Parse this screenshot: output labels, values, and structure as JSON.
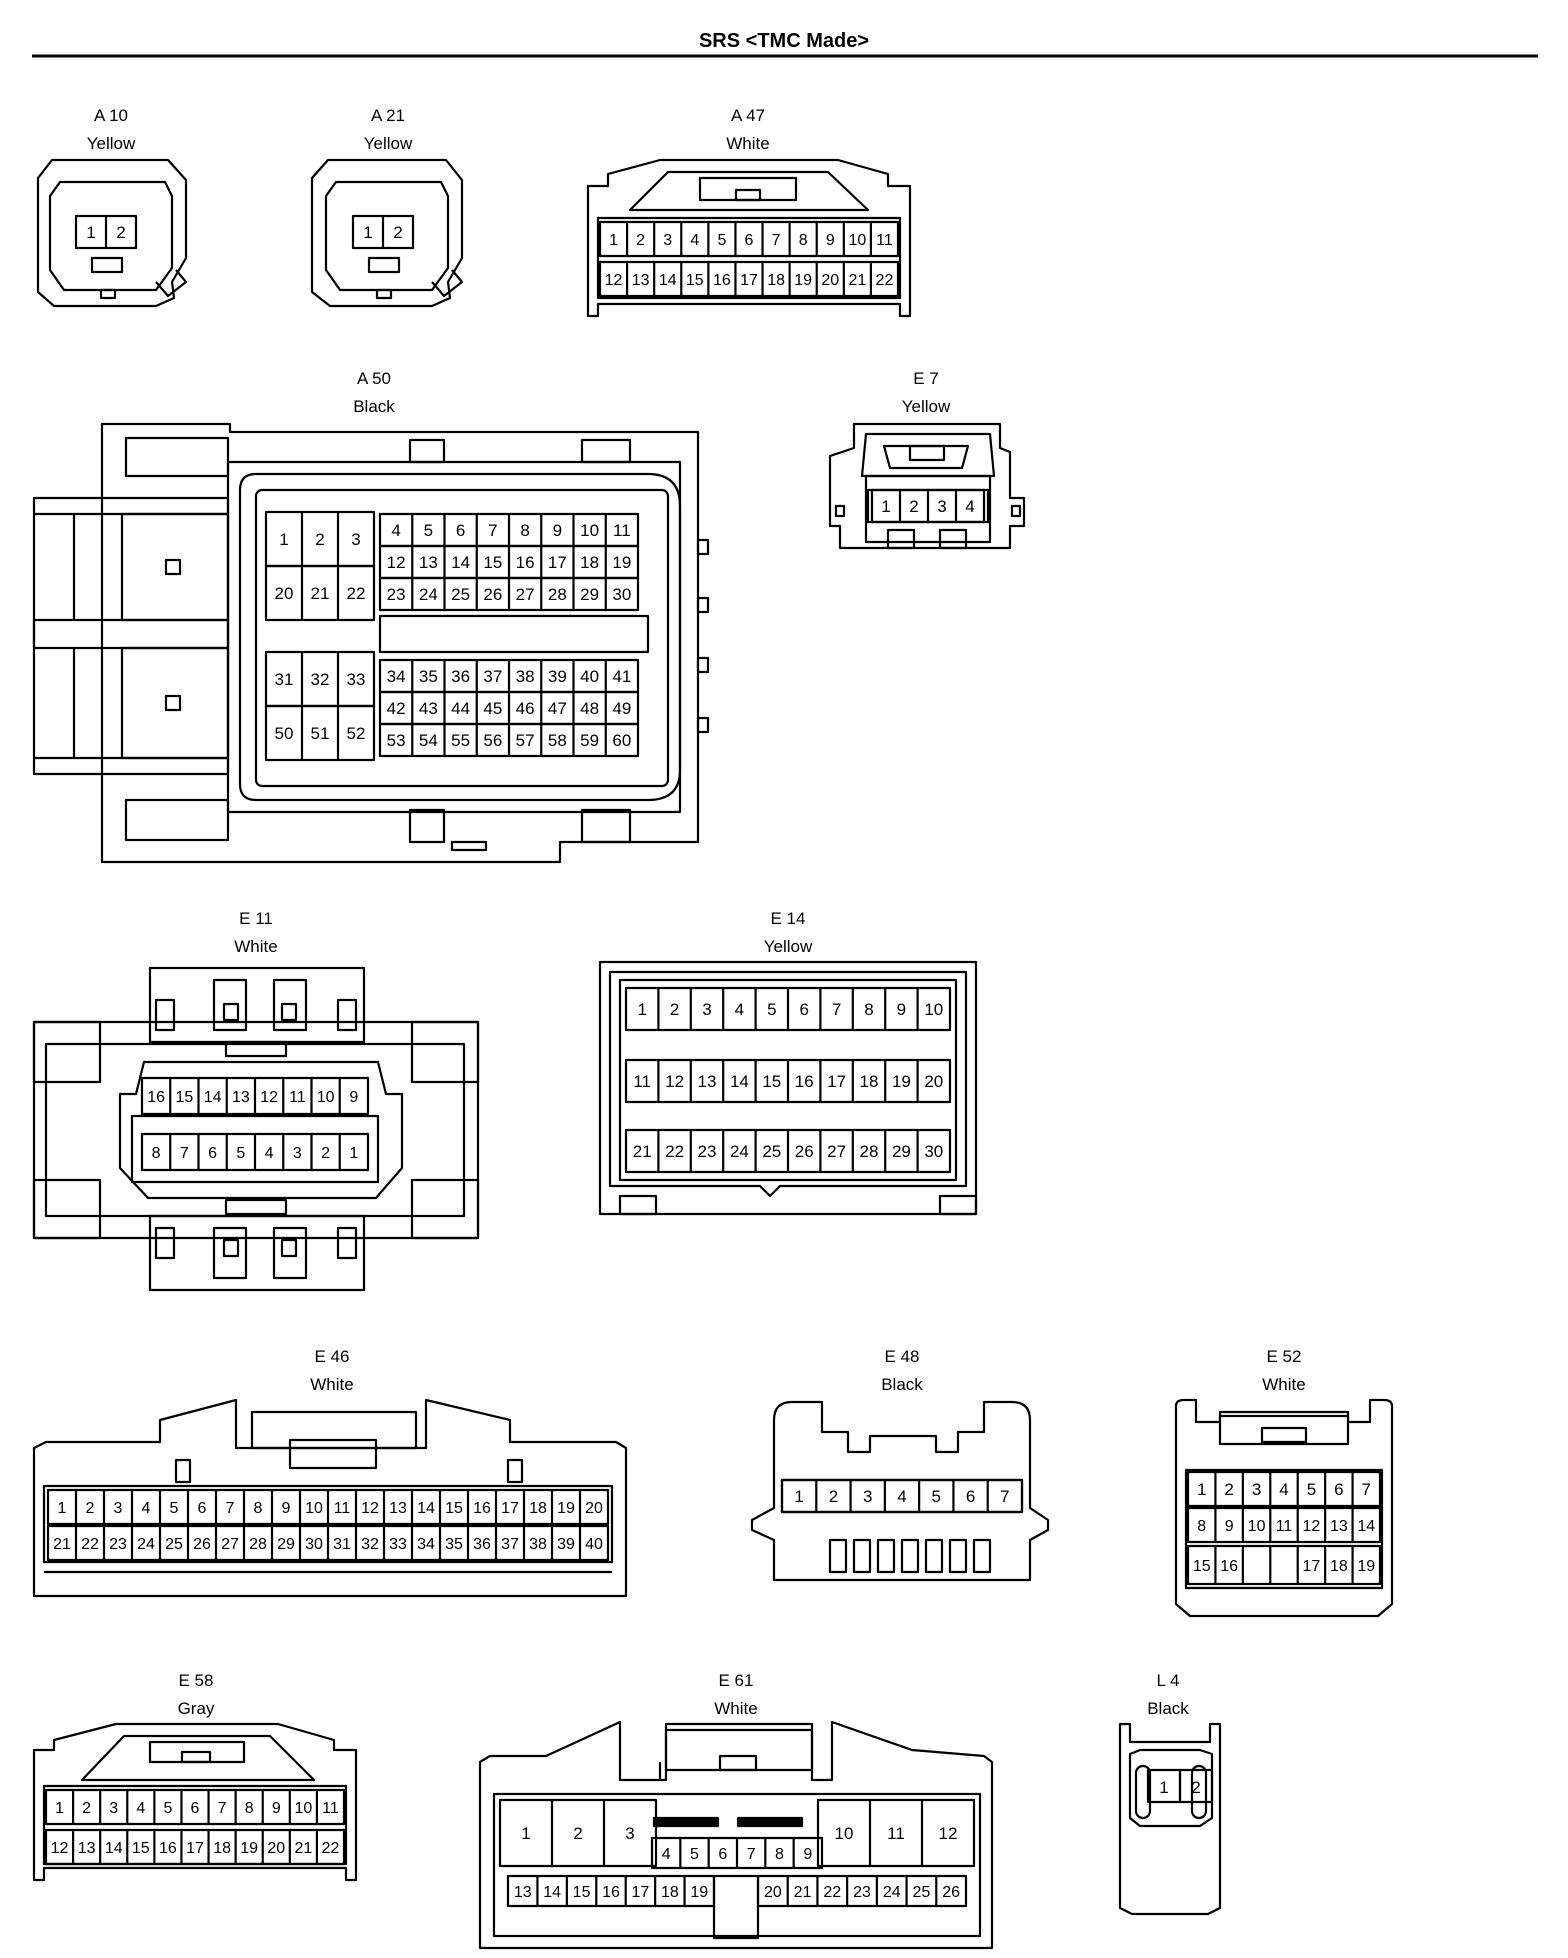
{
  "page": {
    "title": "SRS <TMC Made>"
  },
  "connectors": {
    "a10": {
      "id": "A 10",
      "color": "Yellow"
    },
    "a21": {
      "id": "A 21",
      "color": "Yellow"
    },
    "a47": {
      "id": "A 47",
      "color": "White"
    },
    "a50": {
      "id": "A 50",
      "color": "Black"
    },
    "e7": {
      "id": "E 7",
      "color": "Yellow"
    },
    "e11": {
      "id": "E 11",
      "color": "White"
    },
    "e14": {
      "id": "E 14",
      "color": "Yellow"
    },
    "e46": {
      "id": "E 46",
      "color": "White"
    },
    "e48": {
      "id": "E 48",
      "color": "Black"
    },
    "e52": {
      "id": "E 52",
      "color": "White"
    },
    "e58": {
      "id": "E 58",
      "color": "Gray"
    },
    "e61": {
      "id": "E 61",
      "color": "White"
    },
    "l4": {
      "id": "L 4",
      "color": "Black"
    }
  }
}
